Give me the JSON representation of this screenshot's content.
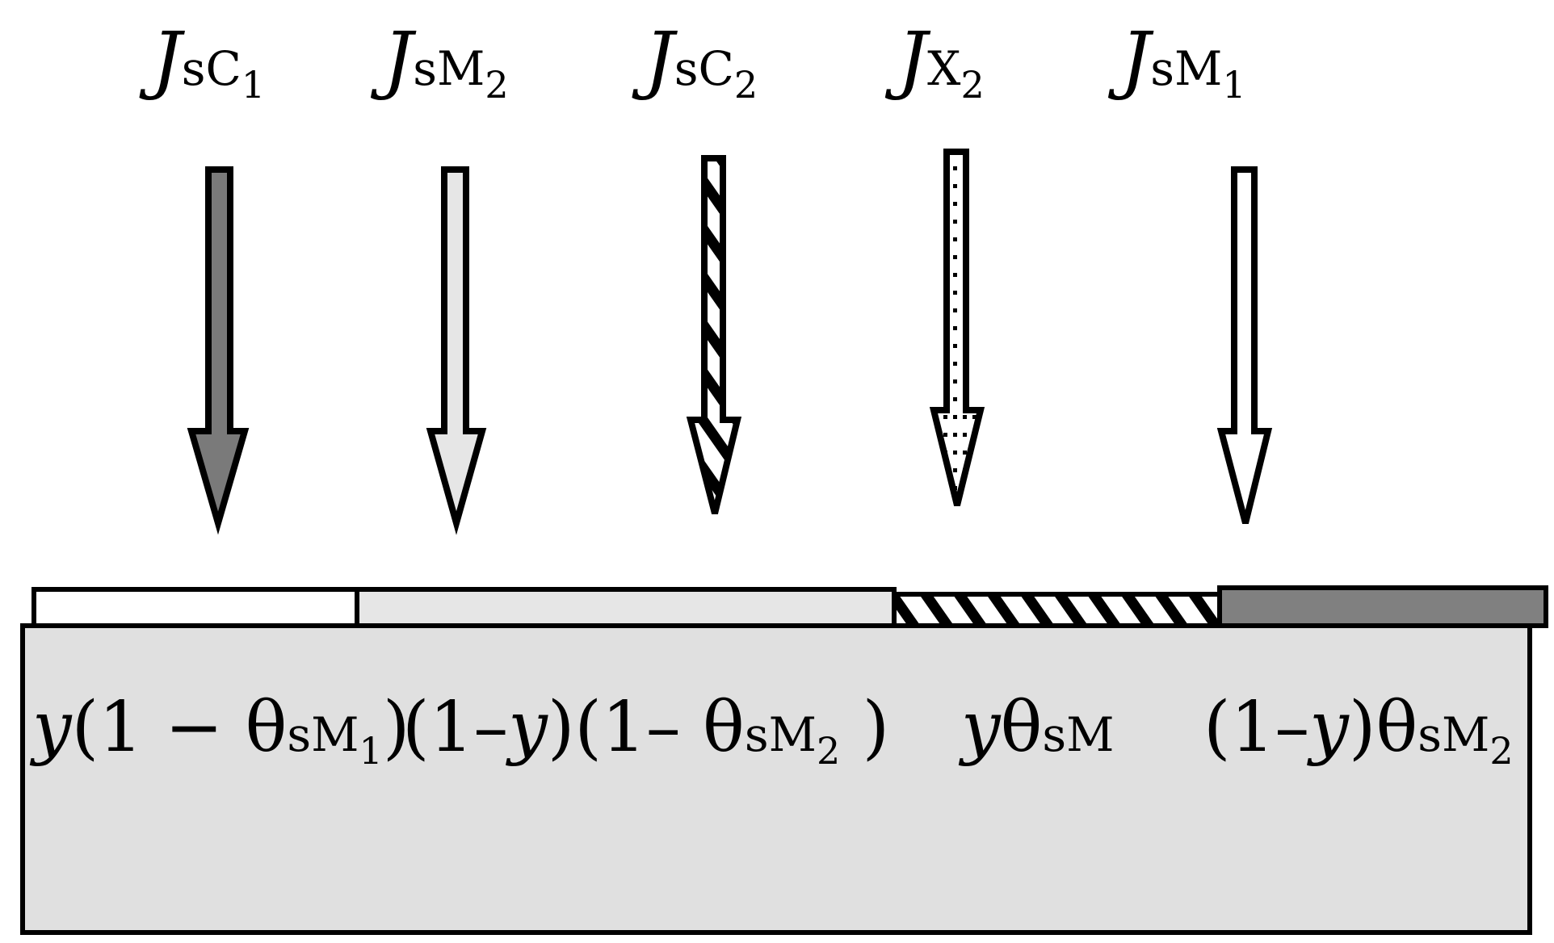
{
  "fluxes": [
    {
      "key": "sc1",
      "J": "J",
      "species": "sC",
      "index": "1",
      "fill": "#7a7a7a",
      "pattern": "solid"
    },
    {
      "key": "sm2",
      "J": "J",
      "species": "sM",
      "index": "2",
      "fill": "#e6e6e6",
      "pattern": "solid"
    },
    {
      "key": "sc2",
      "J": "J",
      "species": "sC",
      "index": "2",
      "fill": "#ffffff",
      "pattern": "hatch"
    },
    {
      "key": "x2",
      "J": "J",
      "species": "X",
      "index": "2",
      "fill": "#ffffff",
      "pattern": "dots"
    },
    {
      "key": "sm1",
      "J": "J",
      "species": "sM",
      "index": "1",
      "fill": "#ffffff",
      "pattern": "solid"
    }
  ],
  "surface_segments": [
    {
      "key": "y_free_m1",
      "fill": "#ffffff",
      "pattern": "solid"
    },
    {
      "key": "free_m2",
      "fill": "#e6e6e6",
      "pattern": "solid"
    },
    {
      "key": "y_covered",
      "fill": "#ffffff",
      "pattern": "hatch"
    },
    {
      "key": "covered_m2",
      "fill": "#808080",
      "pattern": "solid"
    }
  ],
  "substrate": {
    "fill": "#e0e0e0"
  },
  "coverage_labels": {
    "c1": {
      "y": "y",
      "open": "(1",
      "minus": " − ",
      "theta": "θ",
      "sub": "sM",
      "subsub": "1",
      "close": ")"
    },
    "c2": {
      "pre": "(1–",
      "y": "y",
      "mid": ")(1– ",
      "theta": "θ",
      "sub": "sM",
      "subsub": "2",
      "close": " )"
    },
    "c3": {
      "y": "y",
      "theta": "θ",
      "sub": "sM"
    },
    "c4": {
      "pre": "(1–",
      "y": "y",
      "mid": ")",
      "theta": "θ",
      "sub": "sM",
      "subsub": "2"
    }
  }
}
